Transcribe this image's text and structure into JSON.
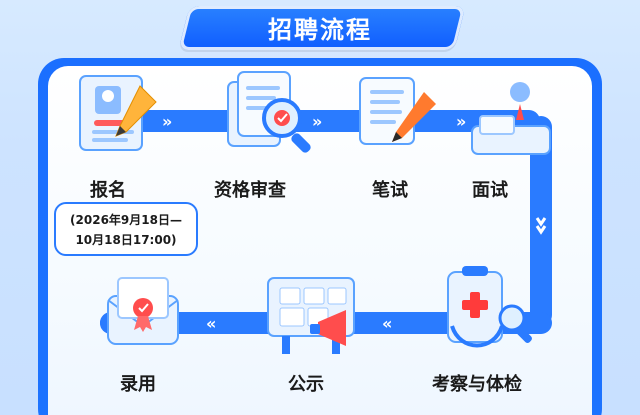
{
  "title": "招聘流程",
  "steps": {
    "s1": {
      "label": "报名"
    },
    "s2": {
      "label": "资格审查"
    },
    "s3": {
      "label": "笔试"
    },
    "s4": {
      "label": "面试"
    },
    "s5": {
      "label": "考察与体检"
    },
    "s6": {
      "label": "公示"
    },
    "s7": {
      "label": "录用"
    }
  },
  "registration_dates": {
    "line1": "(2026年9月18日—",
    "line2": "10月18日17:00)"
  },
  "colors": {
    "primary": "#1c73ff",
    "primary_dark": "#0f5cff",
    "sky": "#d7eaff"
  }
}
